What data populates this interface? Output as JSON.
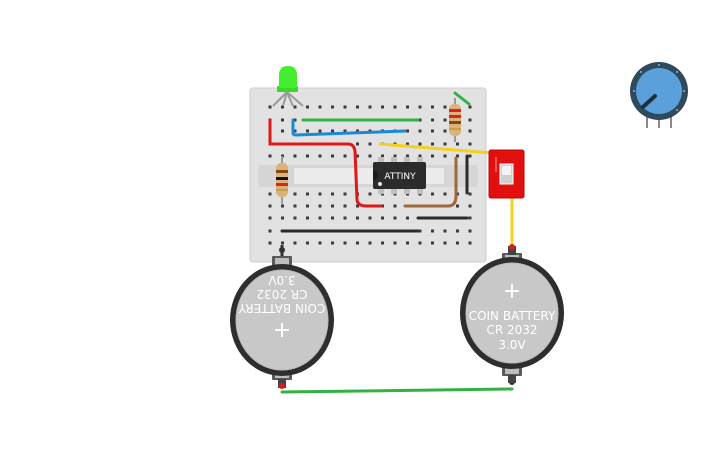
{
  "chip": {
    "label": "ATTINY"
  },
  "battery_left": {
    "line1": "COIN BATTERY",
    "line2": "CR 2032",
    "line3": "3.0V",
    "plus": "+"
  },
  "battery_right": {
    "line1": "COIN BATTERY",
    "line2": "CR 2032",
    "line3": "3.0V",
    "plus": "+"
  },
  "colors": {
    "breadboard": "#e2e2e2",
    "wire_red": "#e01818",
    "wire_blue": "#1a8ad8",
    "wire_green": "#33b144",
    "wire_yellow": "#f2d21e",
    "wire_brown": "#9b6b3a",
    "wire_black": "#2b2b2b",
    "led": "#44ee2e",
    "switch": "#e20f0f",
    "potentiometer": "#5aa0da",
    "battery_shell": "#2e2e2e",
    "battery_face": "#c8c8c8"
  }
}
